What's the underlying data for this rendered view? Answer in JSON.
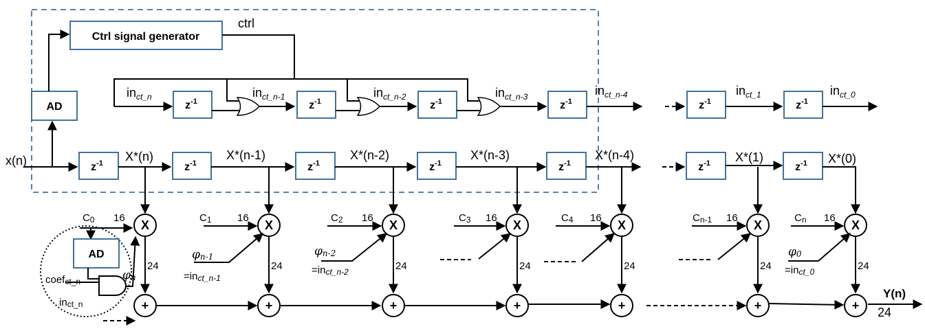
{
  "blocks": {
    "ctrl_generator": "Ctrl signal generator",
    "ad_top": "AD",
    "ad_coef": "AD",
    "delay_base": "z",
    "delay_exp": "-1"
  },
  "signals": {
    "input": "x(n)",
    "ctrl": "ctrl",
    "output": "Y(n)",
    "output_width": "24"
  },
  "control_chain": [
    {
      "base": "in",
      "sub": "ct_n"
    },
    {
      "base": "in",
      "sub": "ct_n-1"
    },
    {
      "base": "in",
      "sub": "ct_n-2"
    },
    {
      "base": "in",
      "sub": "ct_n-3"
    },
    {
      "base": "in",
      "sub": "ct_n-4"
    },
    {
      "base": "in",
      "sub": "ct_1"
    },
    {
      "base": "in",
      "sub": "ct_0"
    }
  ],
  "data_chain": [
    "X*(n)",
    "X*(n-1)",
    "X*(n-2)",
    "X*(n-3)",
    "X*(n-4)",
    "X*(1)",
    "X*(0)"
  ],
  "taps": [
    {
      "coef": "C",
      "coef_sub": "0",
      "width_in": "16",
      "width_out": "24",
      "phi": "φ",
      "phi_sub": "n",
      "eq": ""
    },
    {
      "coef": "C",
      "coef_sub": "1",
      "width_in": "16",
      "width_out": "24",
      "phi": "φ",
      "phi_sub": "n-1",
      "eq": "=in",
      "eq_sub": "ct_n-1"
    },
    {
      "coef": "C",
      "coef_sub": "2",
      "width_in": "16",
      "width_out": "24",
      "phi": "φ",
      "phi_sub": "n-2",
      "eq": "=in",
      "eq_sub": "ct_n-2"
    },
    {
      "coef": "C",
      "coef_sub": "3",
      "width_in": "16",
      "width_out": "24"
    },
    {
      "coef": "C",
      "coef_sub": "4",
      "width_in": "16",
      "width_out": "24"
    },
    {
      "coef": "C",
      "coef_sub": "n-1",
      "width_in": "16",
      "width_out": "24"
    },
    {
      "coef": "C",
      "coef_sub": "n",
      "width_in": "16",
      "width_out": "24",
      "phi": "φ",
      "phi_sub": "0",
      "eq": "=in",
      "eq_sub": "ct_0"
    }
  ],
  "operators": {
    "multiply": "X",
    "add": "+"
  },
  "coef_detail": {
    "coef_label": "coef",
    "coef_sub": "ct_n",
    "in_label": "in",
    "in_sub": "ct_n"
  }
}
